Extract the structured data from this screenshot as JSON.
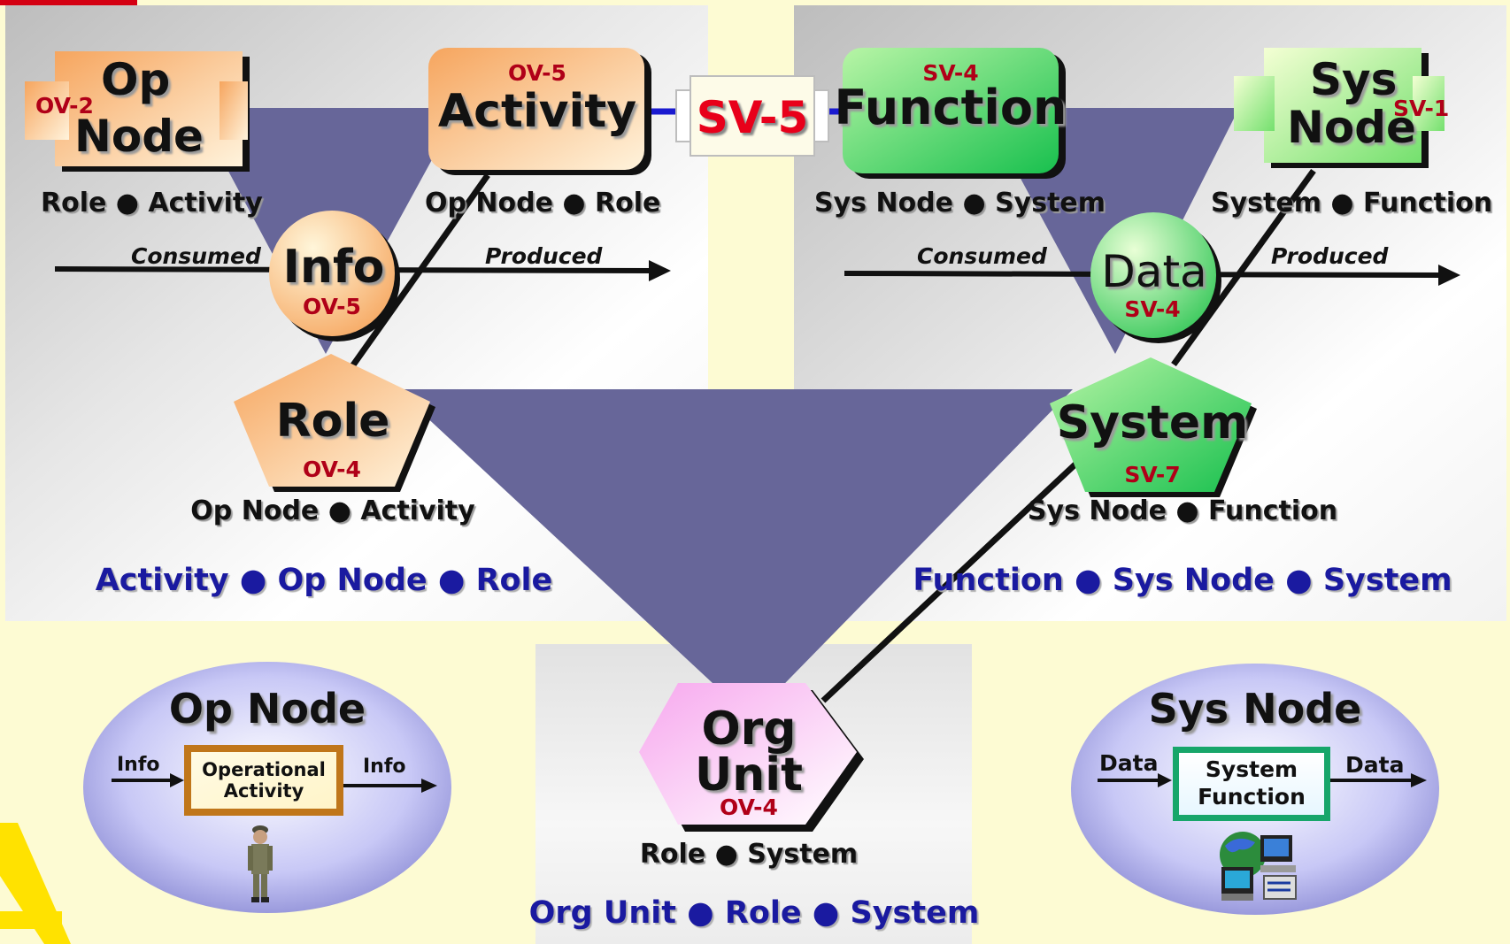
{
  "op_side": {
    "op_node": {
      "title_line1": "Op",
      "title_line2": "Node",
      "code": "OV-2",
      "relation": "Role ● Activity"
    },
    "activity": {
      "code": "OV-5",
      "title": "Activity",
      "relation": "Op Node ● Role"
    },
    "info": {
      "title": "Info",
      "code": "OV-5"
    },
    "role": {
      "title": "Role",
      "code": "OV-4",
      "relation": "Op Node ● Activity"
    },
    "consumed": "Consumed",
    "produced": "Produced",
    "summary": "Activity ● Op Node ● Role"
  },
  "link": {
    "code": "SV-5"
  },
  "sys_side": {
    "function": {
      "code": "SV-4",
      "title": "Function",
      "relation": "Sys Node ● System"
    },
    "sys_node": {
      "title_line1": "Sys",
      "title_line2": "Node",
      "code": "SV-1",
      "relation": "System ● Function"
    },
    "data": {
      "title": "Data",
      "code": "SV-4"
    },
    "system": {
      "title": "System",
      "code": "SV-7",
      "relation": "Sys Node ● Function"
    },
    "consumed": "Consumed",
    "produced": "Produced",
    "summary": "Function ● Sys Node ● System"
  },
  "org_unit": {
    "title_line1": "Org",
    "title_line2": "Unit",
    "code": "OV-4",
    "relation": "Role ● System",
    "summary": "Org Unit ● Role ● System"
  },
  "op_node_detail": {
    "title": "Op Node",
    "in_label": "Info",
    "out_label": "Info",
    "box_line1": "Operational",
    "box_line2": "Activity",
    "figure_icon": "soldier-icon"
  },
  "sys_node_detail": {
    "title": "Sys Node",
    "in_label": "Data",
    "out_label": "Data",
    "box_line1": "System",
    "box_line2": "Function",
    "figure_icon": "networked-computers-icon"
  },
  "colors": {
    "triangle": "#676699",
    "op_orange": "#f8b070",
    "sys_green": "#5fd96a",
    "org_pink": "#f5b8f0",
    "code_red": "#b00018",
    "summary_blue": "#1a1aa0",
    "sv5_red": "#e8001a",
    "link_blue": "#1a1ad0"
  }
}
